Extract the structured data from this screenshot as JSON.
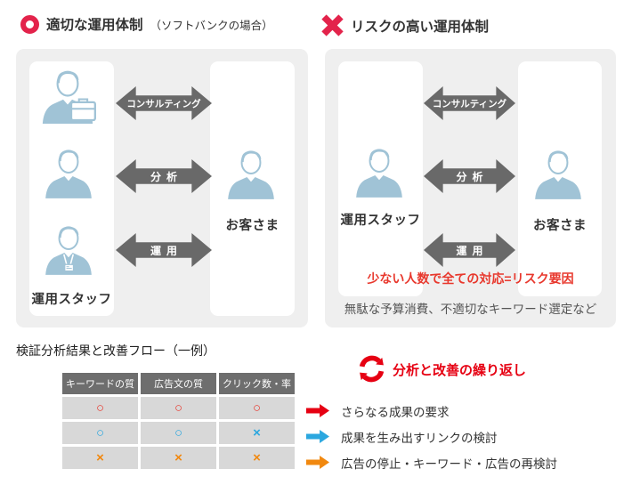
{
  "colors": {
    "crimson": "#e3234b",
    "red": "#e60012",
    "warning_red": "#e8382d",
    "blue": "#2ba7df",
    "orange": "#f1880f",
    "arrow_gray": "#696969",
    "panel_gray": "#efefef",
    "person_blue": "#a0c3d6"
  },
  "good_section": {
    "title": "適切な運用体制",
    "subtitle": "（ソフトバンクの場合）",
    "staff_label": "運用スタッフ",
    "customer_label": "お客さま",
    "arrow_labels": [
      "コンサルティング",
      "分析",
      "運用"
    ]
  },
  "risky_section": {
    "title": "リスクの高い運用体制",
    "staff_label": "運用スタッフ",
    "customer_label": "お客さま",
    "arrow_labels": [
      "コンサルティング",
      "分析",
      "運用"
    ],
    "warning": "少ない人数で全ての対応=リスク要因",
    "note": "無駄な予算消費、不適切なキーワード選定など"
  },
  "flow_section": {
    "title": "検証分析結果と改善フロー（一例）",
    "cycle_label": "分析と改善の繰り返し",
    "table": {
      "headers": [
        "キーワードの質",
        "広告文の質",
        "クリック数・率"
      ],
      "rows": [
        {
          "marks": [
            "○",
            "○",
            "○"
          ],
          "color": "#e8382d"
        },
        {
          "marks": [
            "○",
            "○",
            "×"
          ],
          "color": "#2ba7df"
        },
        {
          "marks": [
            "×",
            "×",
            "×"
          ],
          "color": "#f1880f"
        }
      ]
    },
    "flows": [
      {
        "label": "さらなる成果の要求",
        "color": "#e60012"
      },
      {
        "label": "成果を生み出すリンクの検討",
        "color": "#2ba7df"
      },
      {
        "label": "広告の停止・キーワード・広告の再検討",
        "color": "#f1880f"
      }
    ]
  }
}
